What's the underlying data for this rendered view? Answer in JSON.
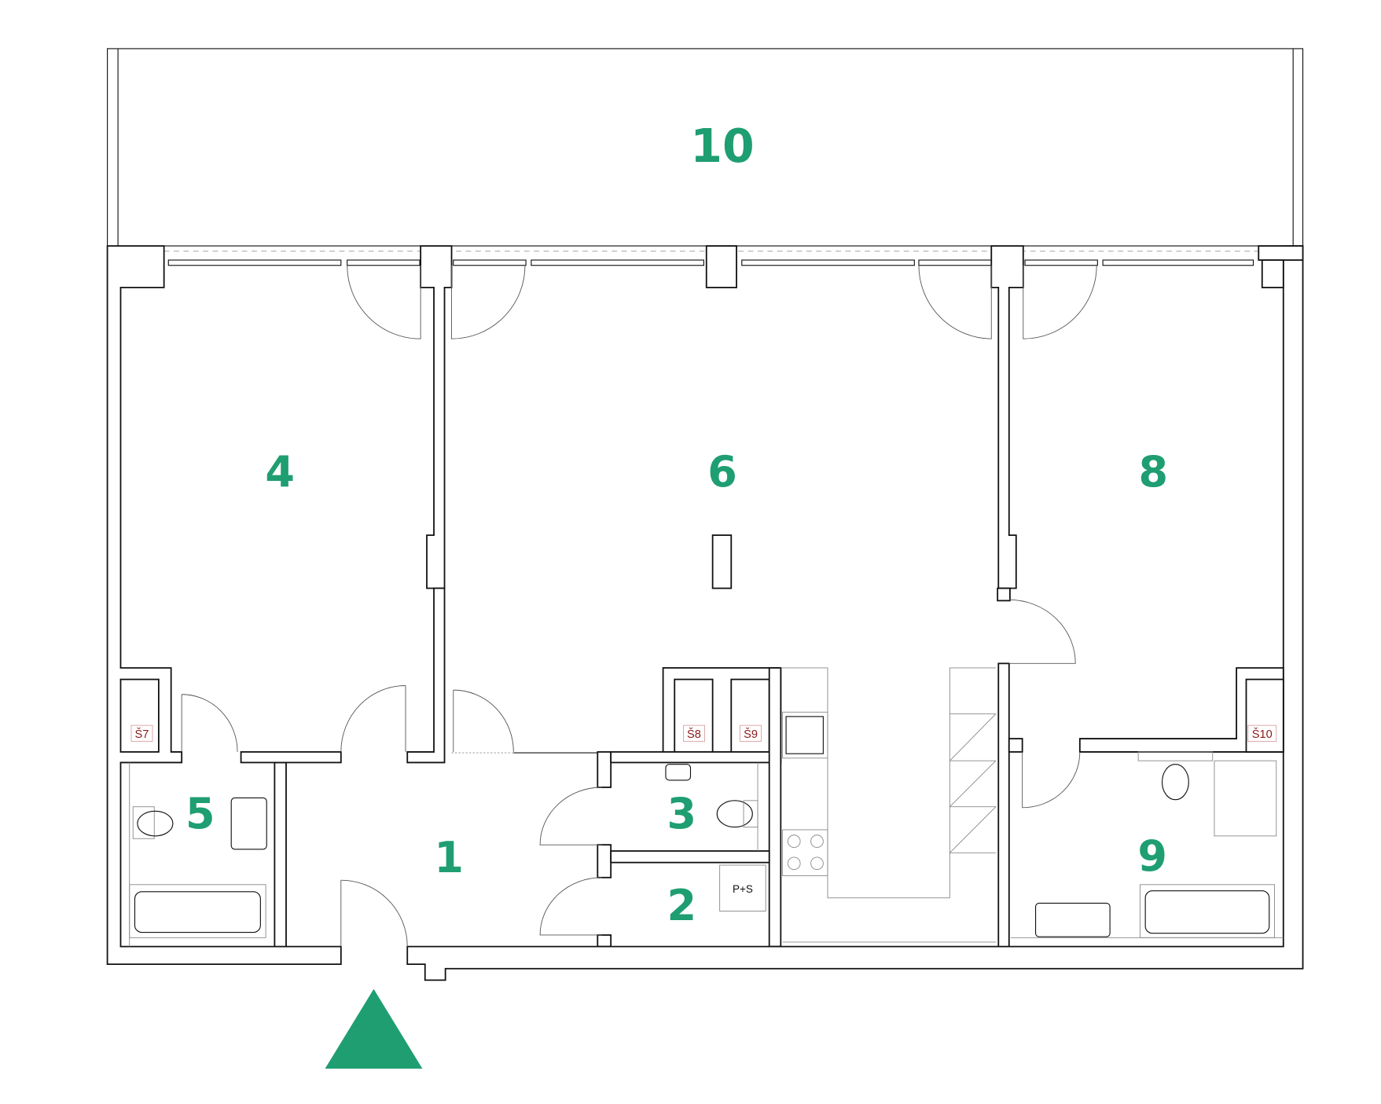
{
  "rooms": {
    "r1": "1",
    "r2": "2",
    "r3": "3",
    "r4": "4",
    "r5": "5",
    "r6": "6",
    "r8": "8",
    "r9": "9",
    "r10": "10"
  },
  "shafts": {
    "s7": "Š7",
    "s8": "Š8",
    "s9": "Š9",
    "s10": "Š10"
  },
  "utility_label": "P+S",
  "colors": {
    "room_label": "#1f9e72",
    "shaft_label": "#8b1a1a",
    "entrance_marker": "#1f9e72"
  }
}
